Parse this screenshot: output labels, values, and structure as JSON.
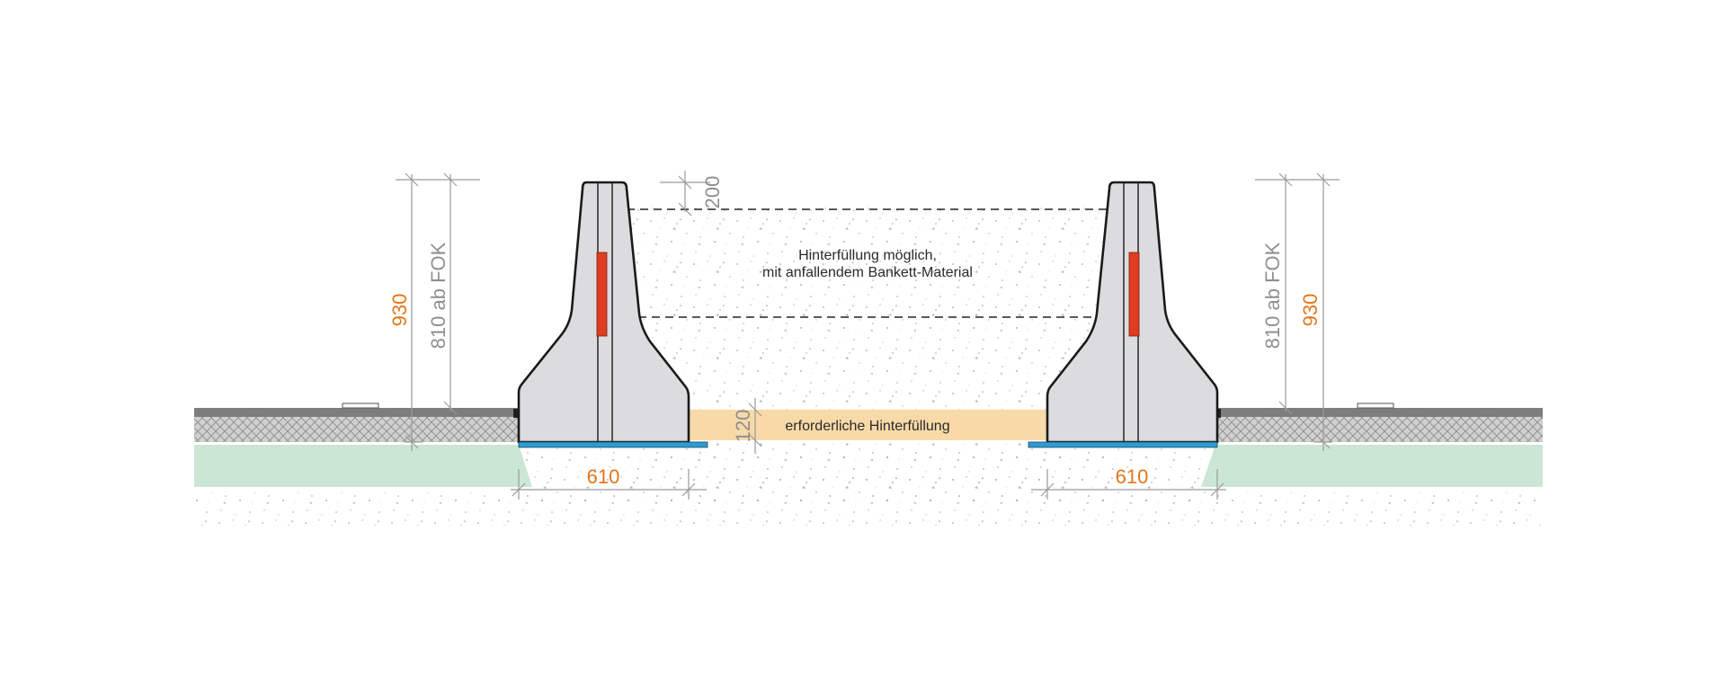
{
  "labels": {
    "backfill_possible_line1": "Hinterfüllung möglich,",
    "backfill_possible_line2": "mit anfallendem Bankett-Material",
    "required_backfill": "erforderliche Hinterfüllung"
  },
  "dimensions": {
    "left_total_height": "930",
    "left_height_from_fok": "810 ab FOK",
    "top_offset": "200",
    "backfill_thickness": "120",
    "left_base_width": "610",
    "right_base_width": "610",
    "right_height_from_fok": "810 ab FOK",
    "right_total_height": "930"
  },
  "colors": {
    "barrier_fill": "#dcdcde",
    "barrier_outline": "#1a1a1a",
    "reflector": "#e03c1f",
    "backfill_band": "#f8d9a8",
    "base_plate": "#2e9bd1",
    "grass": "#cce6d6",
    "asphalt": "#7d7d7d",
    "crosshatch_layer": "#d0d0d0",
    "dimension_orange": "#e2761b",
    "dimension_grey": "#8f8f8f"
  }
}
